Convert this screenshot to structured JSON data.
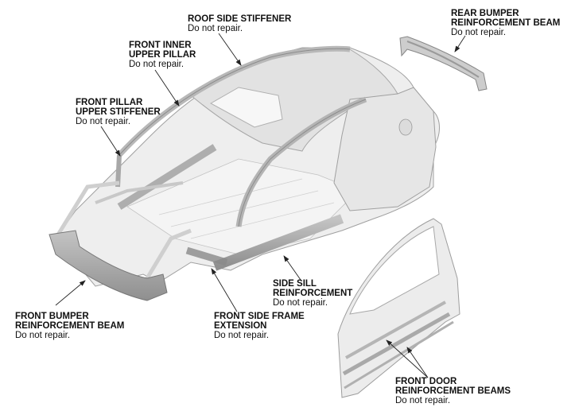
{
  "diagram": {
    "subject": "Vehicle body structure — non-repairable reinforcement parts",
    "labels": [
      {
        "id": "roof-side-stiffener",
        "title_lines": [
          "ROOF SIDE STIFFENER"
        ],
        "note": "Do not repair."
      },
      {
        "id": "rear-bumper-reinforcement-beam",
        "title_lines": [
          "REAR BUMPER",
          "REINFORCEMENT BEAM"
        ],
        "note": "Do not repair."
      },
      {
        "id": "front-inner-upper-pillar",
        "title_lines": [
          "FRONT INNER",
          "UPPER PILLAR"
        ],
        "note": "Do not repair."
      },
      {
        "id": "front-pillar-upper-stiffener",
        "title_lines": [
          "FRONT PILLAR",
          "UPPER STIFFENER"
        ],
        "note": "Do not repair."
      },
      {
        "id": "front-bumper-reinforcement-beam",
        "title_lines": [
          "FRONT BUMPER",
          "REINFORCEMENT BEAM"
        ],
        "note": "Do not repair."
      },
      {
        "id": "front-side-frame-extension",
        "title_lines": [
          "FRONT SIDE FRAME",
          "EXTENSION"
        ],
        "note": "Do not repair."
      },
      {
        "id": "side-sill-reinforcement",
        "title_lines": [
          "SIDE SILL",
          "REINFORCEMENT"
        ],
        "note": "Do not repair."
      },
      {
        "id": "front-door-reinforcement-beams",
        "title_lines": [
          "FRONT DOOR",
          "REINFORCEMENT BEAMS"
        ],
        "note": "Do not repair."
      }
    ],
    "colors": {
      "body_fill": "#e9e9e9",
      "body_stroke": "#9a9a9a",
      "highlight_part": "#a9a9a9",
      "leader_line": "#222222"
    }
  }
}
